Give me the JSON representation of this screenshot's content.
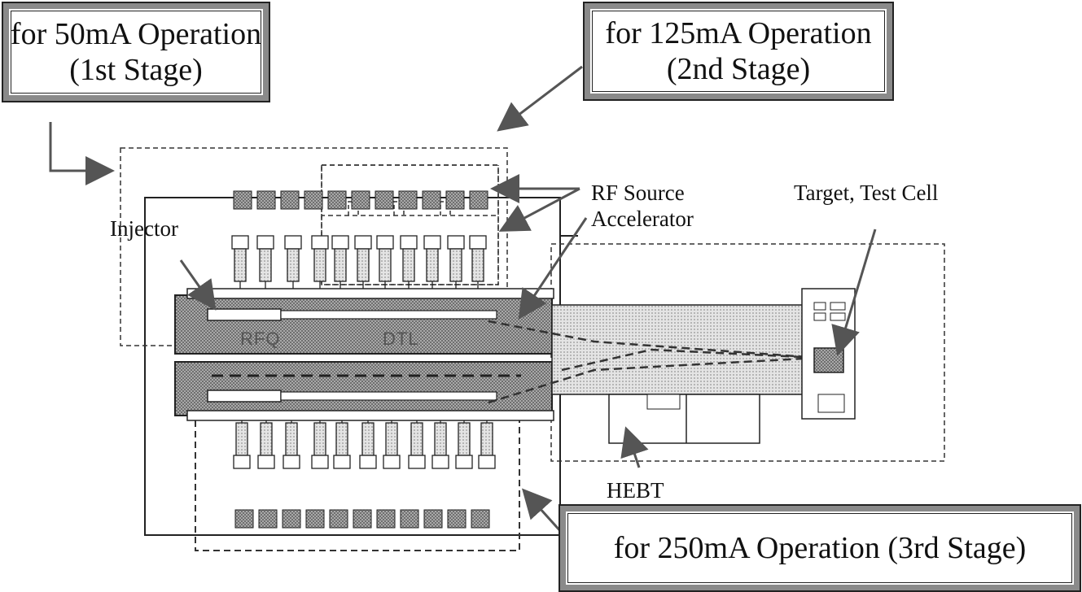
{
  "stage_boxes": {
    "stage1": {
      "line1": "for 50mA Operation",
      "line2": "(1st Stage)"
    },
    "stage2": {
      "line1": "for 125mA Operation",
      "line2": "(2nd Stage)"
    },
    "stage3": {
      "line1": "for 250mA Operation (3rd Stage)"
    }
  },
  "labels": {
    "rf_source": "RF Source",
    "accelerator": "Accelerator",
    "target": "Target, Test Cell",
    "injector": "Injector",
    "hebt": "HEBT",
    "rfq": "RFQ",
    "dtl": "DTL"
  },
  "colors": {
    "ink": "#222222",
    "hatch_dark": "#8a8a8a",
    "hatch_light": "#c8c8c8"
  }
}
